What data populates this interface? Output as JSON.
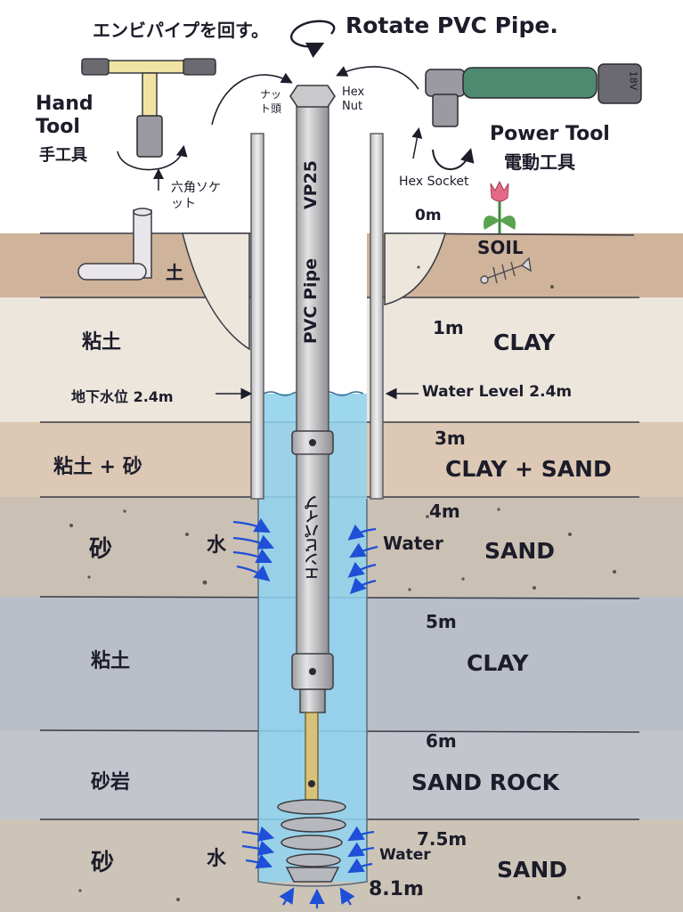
{
  "header": {
    "title_jp": "エンビパイプを回す。",
    "title_en": "Rotate PVC Pipe."
  },
  "tools": {
    "hand_tool_en": "Hand Tool",
    "hand_tool_jp": "手工具",
    "hex_socket_jp": "六角ソケット",
    "power_tool_en": "Power Tool",
    "power_tool_jp": "電動工具",
    "hex_socket_en": "Hex Socket",
    "nut_head_jp": "ナット頭",
    "hex_nut_en": "Hex Nut",
    "battery_label": "18V"
  },
  "pipe": {
    "label_en": "PVC Pipe",
    "spec": "VP25",
    "label_jp": "エンビパイプ"
  },
  "water_level": {
    "label_jp": "地下水位 2.4m",
    "label_en": "Water Level 2.4m"
  },
  "surface_marker_jp": "土",
  "layers": [
    {
      "jp": "",
      "en": "SOIL",
      "depth": "0m",
      "color": "#cfb39a"
    },
    {
      "jp": "粘土",
      "en": "CLAY",
      "depth": "1m",
      "color": "#ece6dd"
    },
    {
      "jp": "粘土 + 砂",
      "en": "CLAY + SAND",
      "depth": "3m",
      "color": "#dcc8b4"
    },
    {
      "jp": "砂",
      "en": "SAND",
      "depth": "4m",
      "color": "#cbc0b4"
    },
    {
      "jp": "粘土",
      "en": "CLAY",
      "depth": "5m",
      "color": "#b9bec8"
    },
    {
      "jp": "砂岩",
      "en": "SAND ROCK",
      "depth": "6m",
      "color": "#c2c5cb"
    },
    {
      "jp": "砂",
      "en": "SAND",
      "depth": "7.5m",
      "color": "#cdc4b8"
    }
  ],
  "water_flow": {
    "jp_upper": "水",
    "en_upper": "Water",
    "jp_lower": "水",
    "en_lower": "Water"
  },
  "bottom_depth": "8.1m",
  "colors": {
    "water": "#8fd3f0",
    "casing": "#d9d9d9",
    "pipe": "#c4c4c6",
    "auger": "#d8c27a",
    "arrow": "#1e4fd6",
    "ink": "#1c1c2a",
    "tulip": "#e46b88",
    "power_tool": "#4e8a70"
  }
}
